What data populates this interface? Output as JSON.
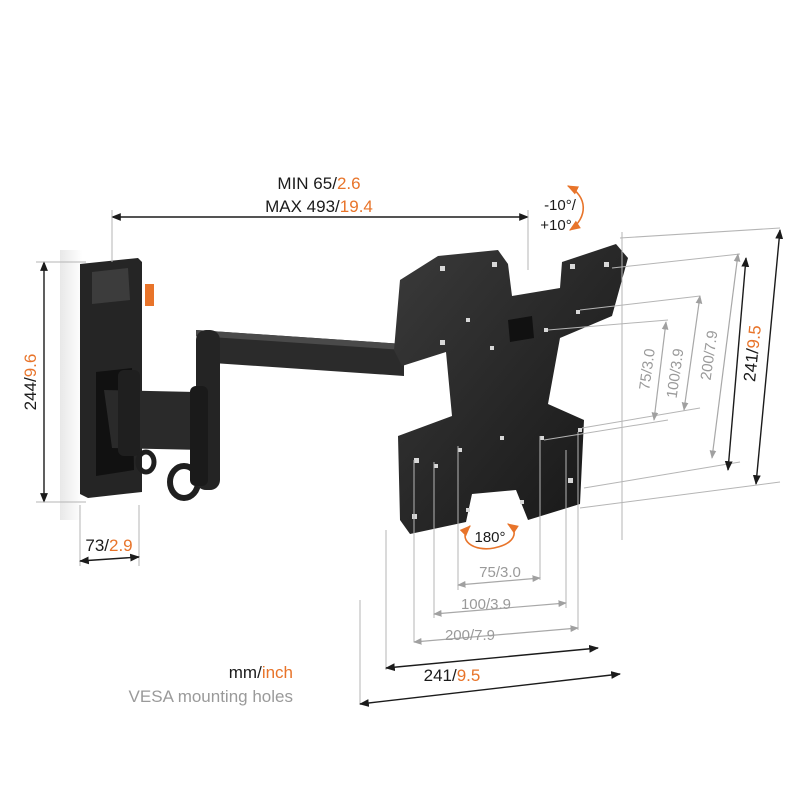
{
  "dimensions": {
    "reach_min_mm": "MIN 65/",
    "reach_min_in": "2.6",
    "reach_max_mm": "MAX 493/",
    "reach_max_in": "19.4",
    "height_mm": "244/",
    "height_in": "9.6",
    "depth_mm": "73/",
    "depth_in": "2.9",
    "tilt_up": "-10°/",
    "tilt_down": "+10°",
    "rotation": "180°"
  },
  "vesa_horizontal": [
    {
      "mm": "75/",
      "in": "3.0"
    },
    {
      "mm": "100/",
      "in": "3.9"
    },
    {
      "mm": "200/",
      "in": "7.9"
    },
    {
      "mm": "241/",
      "in": "9.5"
    }
  ],
  "vesa_vertical": [
    {
      "mm": "75/",
      "in": "3.0"
    },
    {
      "mm": "100/",
      "in": "3.9"
    },
    {
      "mm": "200/",
      "in": "7.9"
    },
    {
      "mm": "241/",
      "in": "9.5"
    }
  ],
  "legend": {
    "unit_mm": "mm/",
    "unit_inch": "inch",
    "caption": "VESA mounting holes"
  },
  "colors": {
    "accent": "#e8742a",
    "product": "#1b1b1b",
    "muted": "#9a9a9a"
  }
}
